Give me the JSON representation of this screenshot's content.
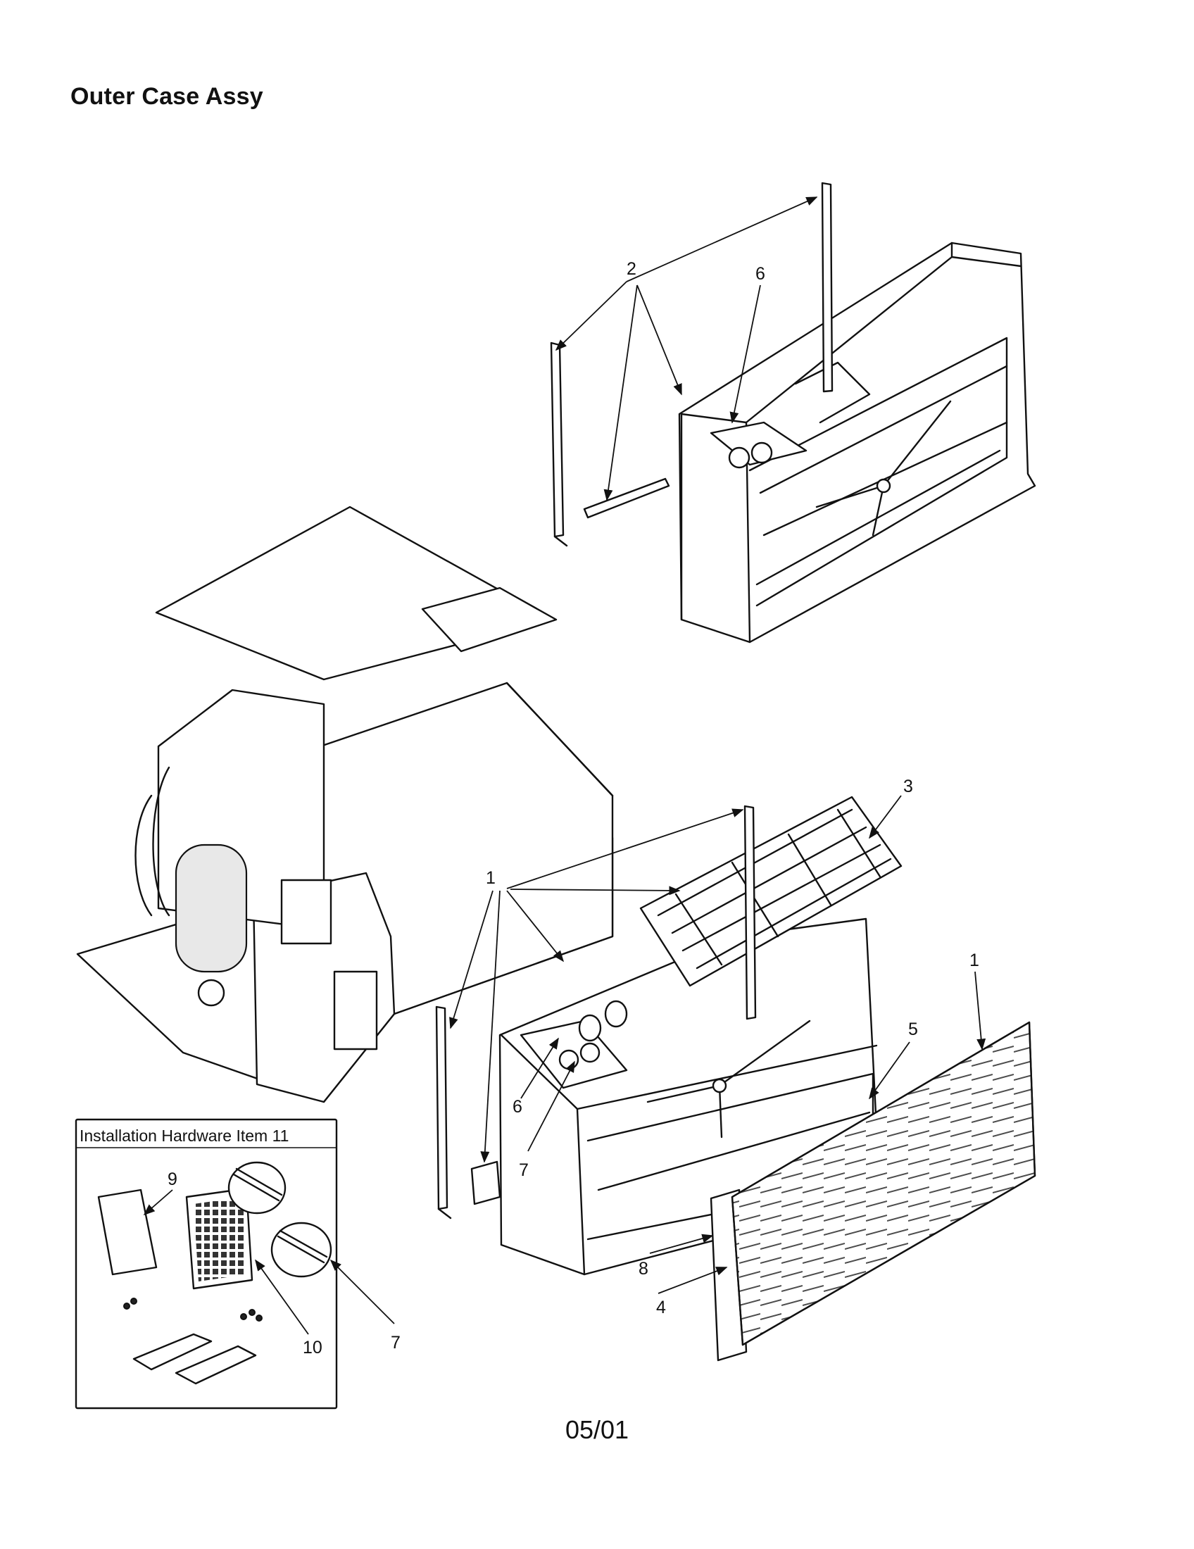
{
  "header": {
    "title": "Outer Case Assy"
  },
  "footer": {
    "code": "05/01"
  },
  "inset": {
    "title": "Installation Hardware Item 11"
  },
  "callouts": {
    "c1a": "1",
    "c1b": "1",
    "c2": "2",
    "c3": "3",
    "c4": "4",
    "c5": "5",
    "c6a": "6",
    "c6b": "6",
    "c7a": "7",
    "c7b": "7",
    "c8": "8",
    "c9": "9",
    "c10": "10"
  }
}
